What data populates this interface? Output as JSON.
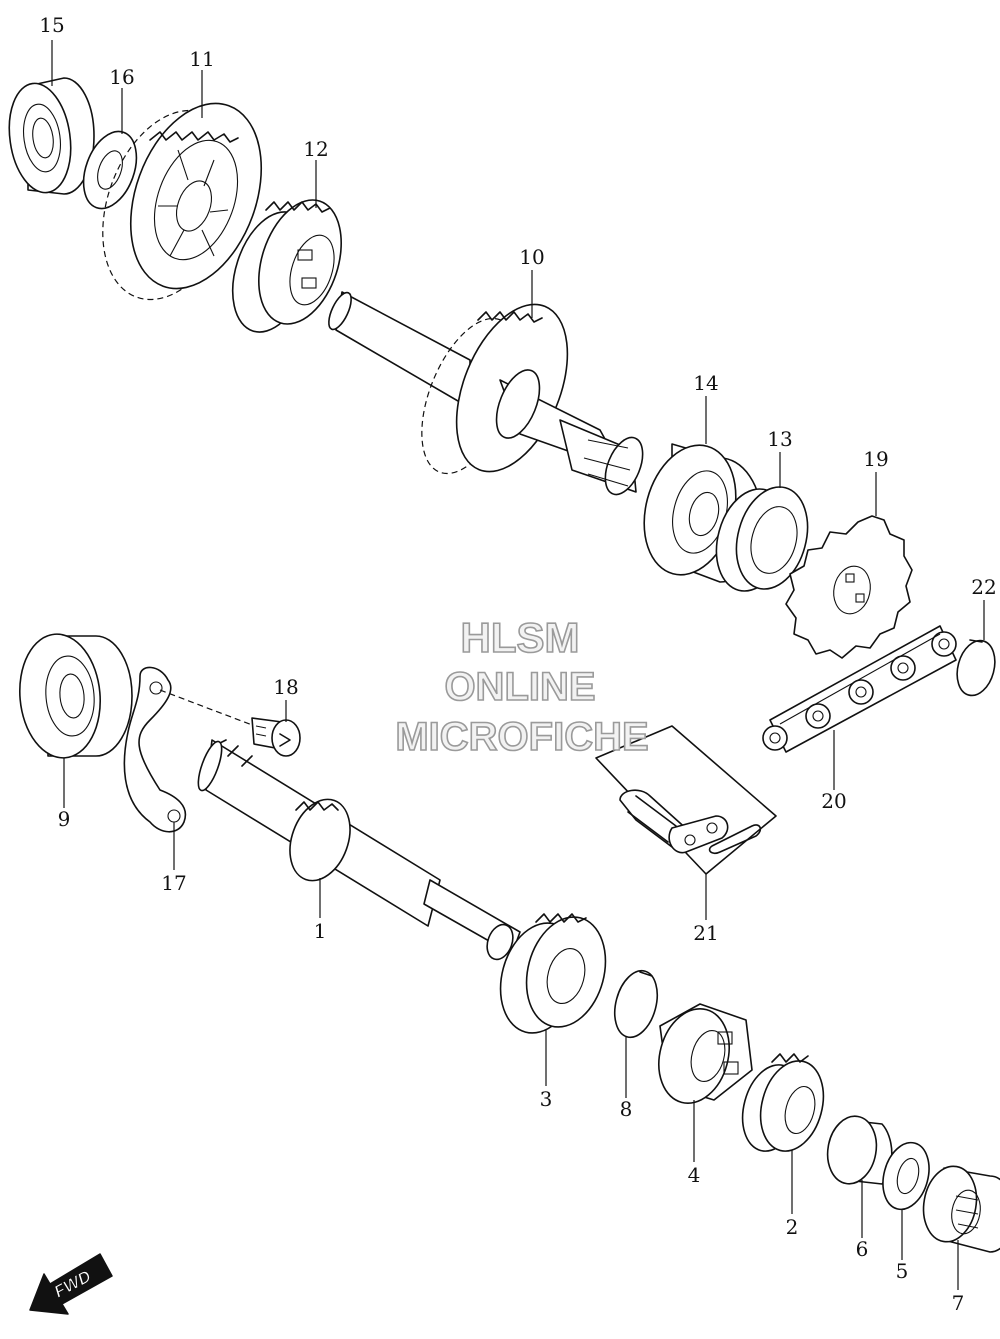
{
  "watermark": {
    "line1": "HLSM",
    "line2": "ONLINE",
    "line3": "MICROFICHE"
  },
  "fwd_label": "FWD",
  "callouts": [
    {
      "id": "c15",
      "text": "15"
    },
    {
      "id": "c16",
      "text": "16"
    },
    {
      "id": "c11",
      "text": "11"
    },
    {
      "id": "c12",
      "text": "12"
    },
    {
      "id": "c10",
      "text": "10"
    },
    {
      "id": "c14",
      "text": "14"
    },
    {
      "id": "c13",
      "text": "13"
    },
    {
      "id": "c19",
      "text": "19"
    },
    {
      "id": "c22",
      "text": "22"
    },
    {
      "id": "c20",
      "text": "20"
    },
    {
      "id": "c21",
      "text": "21"
    },
    {
      "id": "c18",
      "text": "18"
    },
    {
      "id": "c9",
      "text": "9"
    },
    {
      "id": "c17",
      "text": "17"
    },
    {
      "id": "c1",
      "text": "1"
    },
    {
      "id": "c3",
      "text": "3"
    },
    {
      "id": "c8",
      "text": "8"
    },
    {
      "id": "c4",
      "text": "4"
    },
    {
      "id": "c2",
      "text": "2"
    },
    {
      "id": "c6",
      "text": "6"
    },
    {
      "id": "c5",
      "text": "5"
    },
    {
      "id": "c7",
      "text": "7"
    }
  ],
  "colors": {
    "line": "#111111",
    "background": "#ffffff",
    "watermark_stroke": "#9a9a9a"
  }
}
